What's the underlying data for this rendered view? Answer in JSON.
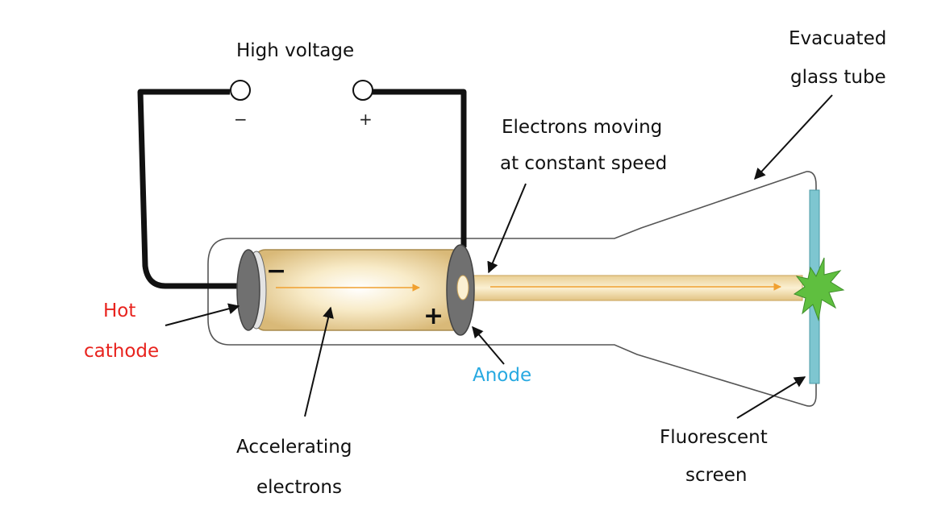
{
  "labels": {
    "high_voltage": "High voltage",
    "minus_terminal": "−",
    "plus_terminal": "+",
    "evacuated_line1": "Evacuated",
    "evacuated_line2": "glass tube",
    "electrons_moving_line1": "Electrons moving",
    "electrons_moving_line2": "at constant speed",
    "hot": "Hot",
    "cathode": "cathode",
    "anode": "Anode",
    "accelerating_line1": "Accelerating",
    "accelerating_line2": "electrons",
    "fluorescent_line1": "Fluorescent",
    "fluorescent_line2": "screen",
    "cylinder_minus": "−",
    "cylinder_plus": "+"
  },
  "colors": {
    "hot_cathode": "#e8231e",
    "anode": "#27a9e1",
    "text": "#111111",
    "wire": "#111111",
    "electrode": "#6f6f6f",
    "cylinder_fill": "#f3dfae",
    "beam": "#f0d8a0",
    "beam_arrow": "#f0a030",
    "screen": "#7ec6d0",
    "flash": "#5fbf3f"
  }
}
